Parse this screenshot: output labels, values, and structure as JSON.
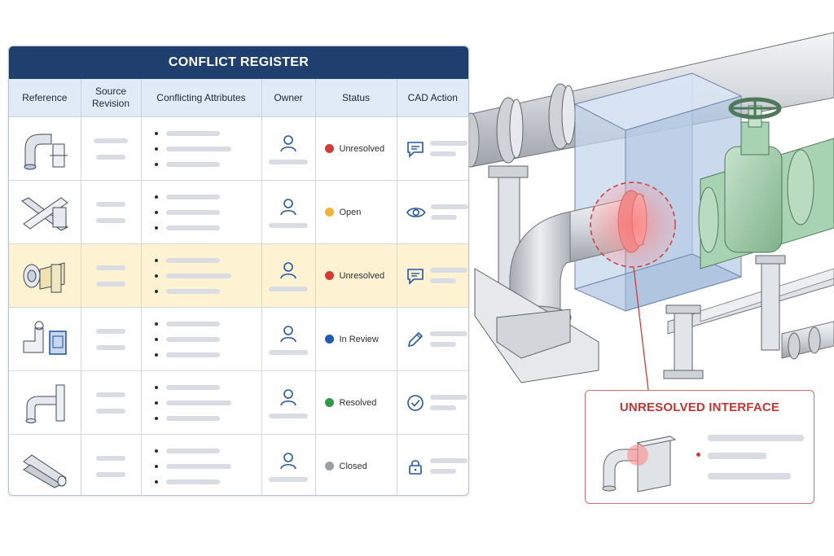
{
  "register": {
    "title": "CONFLICT REGISTER",
    "columns": [
      "Reference",
      "Source Revision",
      "Conflicting Attributes",
      "Owner",
      "Status",
      "CAD Action"
    ],
    "rows": [
      {
        "reference_icon": "pipe-elbow-steel-icon",
        "status": "Unresolved",
        "status_color": "#d63a34",
        "action_icon": "comment-icon",
        "highlighted": false
      },
      {
        "reference_icon": "crossing-beams-icon",
        "status": "Open",
        "status_color": "#f2b233",
        "action_icon": "eye-icon",
        "highlighted": false
      },
      {
        "reference_icon": "flange-beam-icon",
        "status": "Unresolved",
        "status_color": "#d63a34",
        "action_icon": "comment-icon",
        "highlighted": true
      },
      {
        "reference_icon": "valve-bracket-icon",
        "status": "In Review",
        "status_color": "#1c5bb8",
        "action_icon": "pencil-icon",
        "highlighted": false
      },
      {
        "reference_icon": "pipe-column-icon",
        "status": "Resolved",
        "status_color": "#2e9a48",
        "action_icon": "check-circle-icon",
        "highlighted": false
      },
      {
        "reference_icon": "parallel-pipes-icon",
        "status": "Closed",
        "status_color": "#9aa0a6",
        "action_icon": "lock-icon",
        "highlighted": false
      }
    ]
  },
  "callout": {
    "title": "UNRESOLVED INTERFACE",
    "icon": "elbow-clash-icon"
  },
  "colors": {
    "header_bg": "#1f3f6f",
    "column_header_bg": "#e1ebf7",
    "highlight_row": "#fdf3d2",
    "clash_red": "#d63a34",
    "valve_green": "#a7d3b3",
    "beam_blue": "#c6d7ec"
  }
}
